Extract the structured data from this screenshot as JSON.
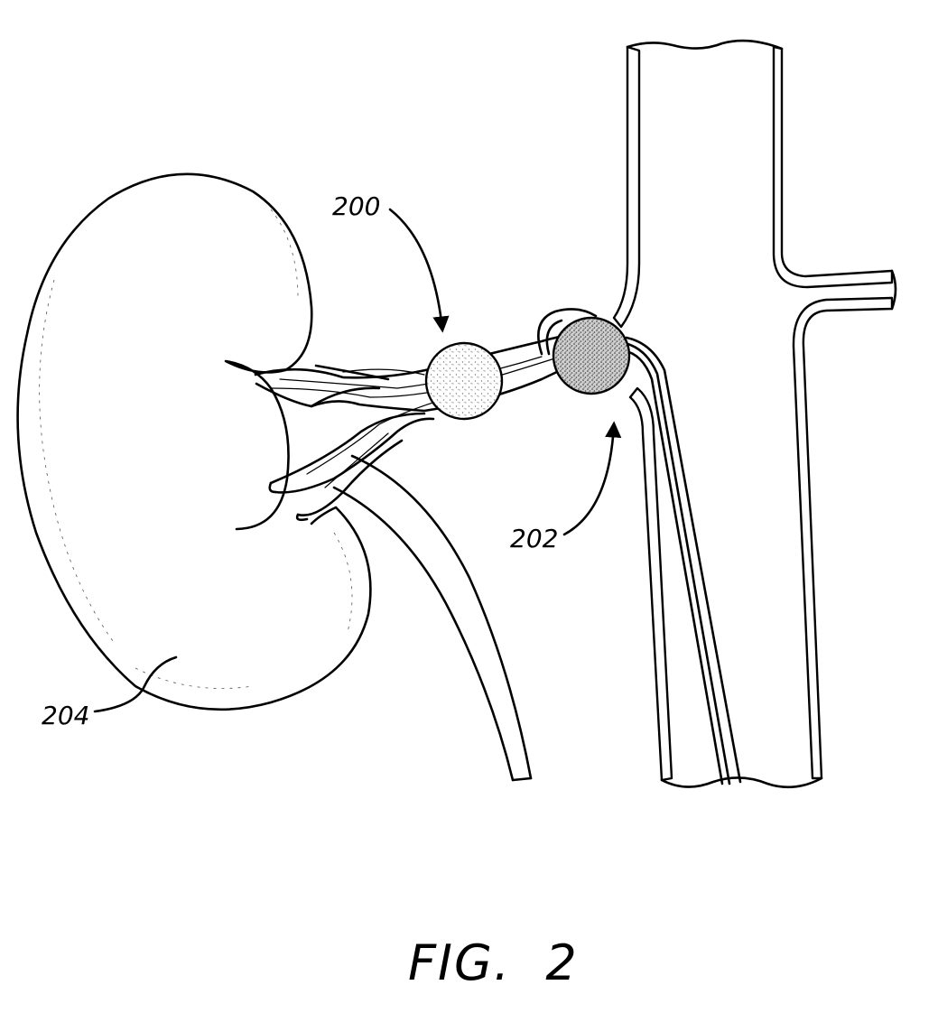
{
  "figure": {
    "caption": "FIG.  2",
    "labels": {
      "ref_200": "200",
      "ref_202": "202",
      "ref_204": "204"
    }
  },
  "colors": {
    "ink": "#000000",
    "background": "#ffffff",
    "stipple_light": "#bdbdbd",
    "stipple_dark": "#5a5a5a"
  }
}
